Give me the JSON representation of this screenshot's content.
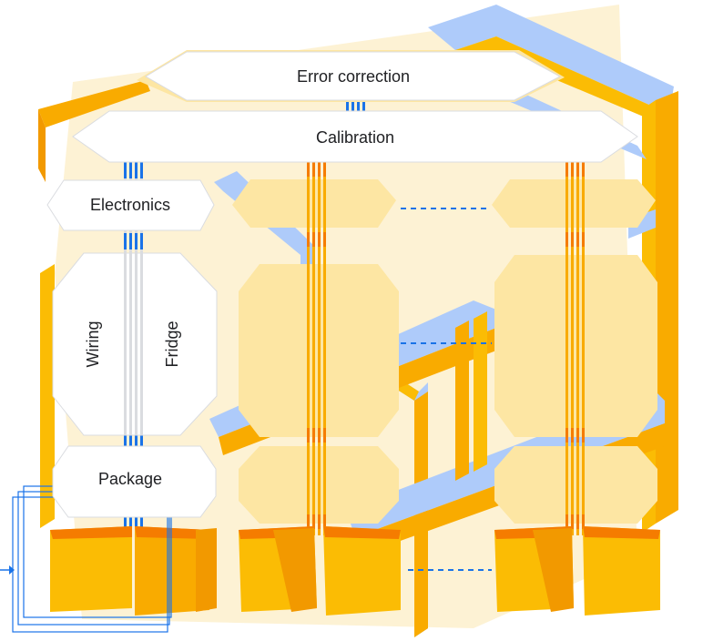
{
  "labels": {
    "error_correction": "Error correction",
    "calibration": "Calibration",
    "electronics": "Electronics",
    "wiring": "Wiring",
    "fridge": "Fridge",
    "package": "Package"
  },
  "colors": {
    "background_glow": "#fdf1cf",
    "panel_light": "#fde6a3",
    "panel_mid": "#fdd77a",
    "beam_orange": "#f9ab00",
    "beam_dark": "#f29900",
    "chip_face": "#fbbc04",
    "chip_dark": "#f29900",
    "chip_top": "#f57c00",
    "edge_blue": "#aecbfa",
    "wire_blue": "#1a73e8",
    "wire_gray": "#dadce0",
    "dash_blue": "#1a73e8",
    "white_box": "#ffffff",
    "outline": "#dadce0"
  }
}
